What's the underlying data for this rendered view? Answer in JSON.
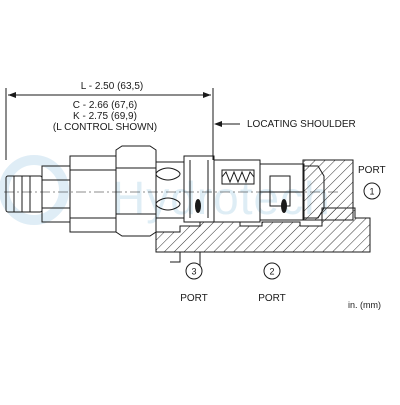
{
  "dimensions": {
    "line_l": "L - 2.50 (63,5)",
    "line_c": "C - 2.66 (67,6)",
    "line_k": "K - 2.75 (69,9)",
    "note": "(L CONTROL SHOWN)"
  },
  "callouts": {
    "locating_shoulder": "LOCATING SHOULDER"
  },
  "ports": [
    {
      "number": "1",
      "label": "PORT"
    },
    {
      "number": "2",
      "label": "PORT"
    },
    {
      "number": "3",
      "label": "PORT"
    }
  ],
  "units": "in. (mm)",
  "watermark": "Hydrotech",
  "colors": {
    "line": "#1a1a1a",
    "hatch": "#333333",
    "watermark": "#b8d8ea"
  }
}
